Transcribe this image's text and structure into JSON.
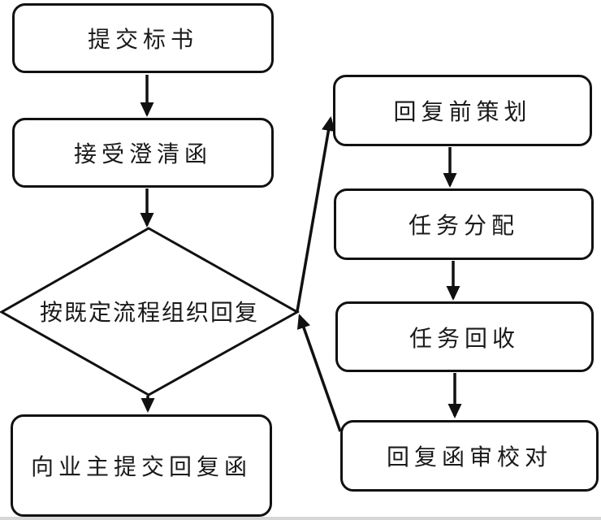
{
  "diagram": {
    "background_color": "#ffffff",
    "stroke_color": "#111111",
    "text_color": "#1a1a1a",
    "nodes": {
      "submit_bid": {
        "label": "提交标书",
        "shape": "rounded-rect"
      },
      "receive_clarification": {
        "label": "接受澄清函",
        "shape": "rounded-rect"
      },
      "organize_reply": {
        "label": "按既定流程组织回复",
        "shape": "diamond"
      },
      "submit_reply_to_owner": {
        "label": "向业主提交回复函",
        "shape": "rounded-rect"
      },
      "pre_reply_planning": {
        "label": "回复前策划",
        "shape": "rounded-rect"
      },
      "task_allocation": {
        "label": "任务分配",
        "shape": "rounded-rect"
      },
      "task_collection": {
        "label": "任务回收",
        "shape": "rounded-rect"
      },
      "reply_letter_review": {
        "label": "回复函审校对",
        "shape": "rounded-rect"
      }
    },
    "edges": [
      {
        "from": "submit_bid",
        "to": "receive_clarification"
      },
      {
        "from": "receive_clarification",
        "to": "organize_reply"
      },
      {
        "from": "organize_reply",
        "to": "submit_reply_to_owner"
      },
      {
        "from": "organize_reply",
        "to": "pre_reply_planning"
      },
      {
        "from": "pre_reply_planning",
        "to": "task_allocation"
      },
      {
        "from": "task_allocation",
        "to": "task_collection"
      },
      {
        "from": "task_collection",
        "to": "reply_letter_review"
      },
      {
        "from": "reply_letter_review",
        "to": "organize_reply"
      }
    ]
  }
}
